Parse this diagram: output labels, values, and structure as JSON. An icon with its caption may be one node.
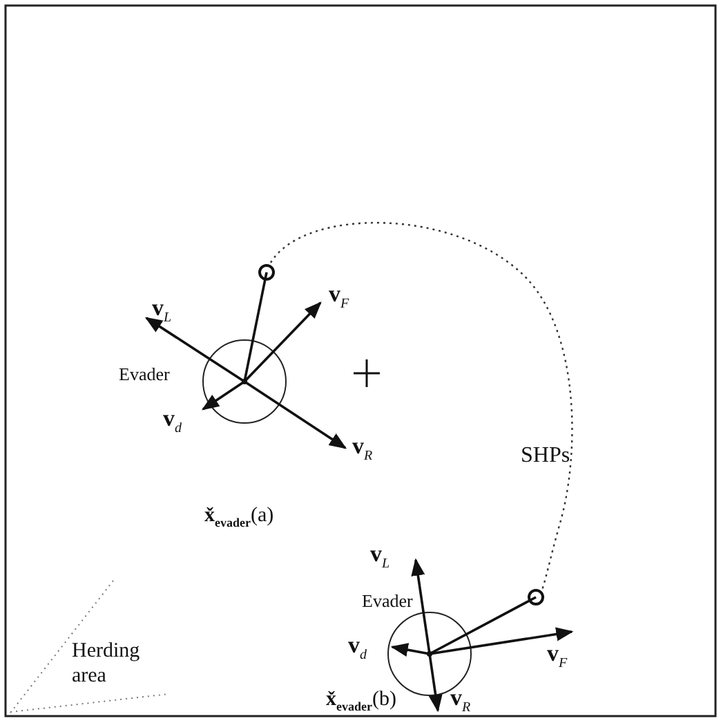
{
  "diagram": {
    "labels": [
      "**v**$_{L}$",
      "**v**$_{F}$",
      "Evader",
      "**v**$_{d}$",
      "**v**$_{R}$",
      "**x̌**$_{evader}$(a)",
      "SHPs",
      "**v**$_{L}$",
      "Evader",
      "**v**$_{d}$",
      "**v**$_{F}$",
      "Herding area",
      "**x̌**$_{evader}$(b)",
      "**v**$_{R}$"
    ]
  }
}
